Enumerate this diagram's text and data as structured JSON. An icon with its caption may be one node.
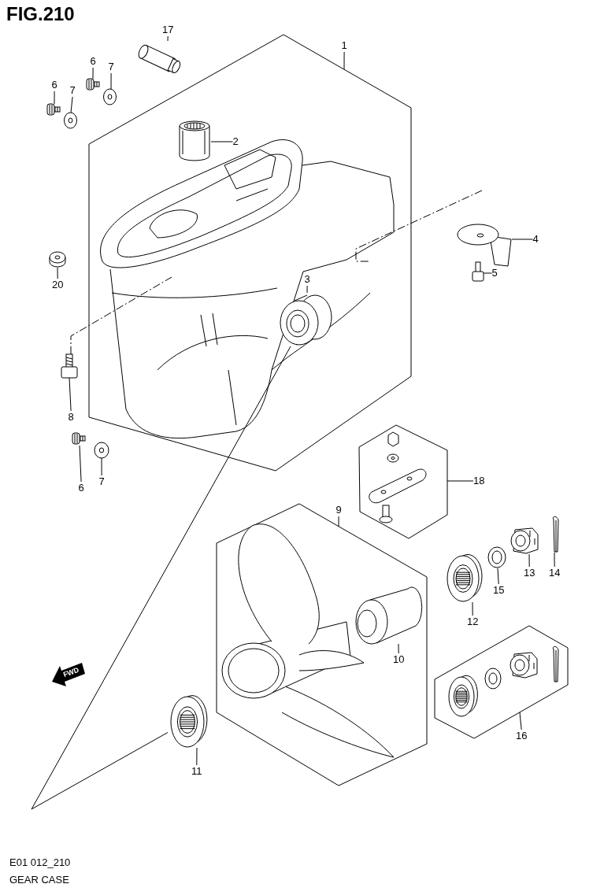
{
  "diagram": {
    "title": "FIG.210",
    "nodes": [
      {
        "text": [
          "17"
        ]
      },
      {
        "text": [],
        "shape": "picture"
      },
      {
        "text": [
          "6"
        ]
      },
      {
        "text": [],
        "shape": "picture"
      },
      {
        "text": [
          "7"
        ]
      },
      {
        "text": [],
        "shape": "picture"
      },
      {
        "text": [
          "6"
        ]
      },
      {
        "text": [],
        "shape": "picture"
      },
      {
        "text": [
          "7"
        ]
      },
      {
        "text": [],
        "shape": "picture"
      },
      {
        "text": [
          "1"
        ]
      },
      {
        "text": [],
        "shape": "picture"
      },
      {
        "text": [
          "2"
        ],
        "in": 11
      },
      {
        "text": [],
        "shape": "picture",
        "in": 11
      },
      {
        "text": [
          "3"
        ],
        "in": 11
      },
      {
        "text": [],
        "shape": "picture",
        "in": 11
      },
      {
        "text": [
          "4"
        ]
      },
      {
        "text": [],
        "shape": "picture"
      },
      {
        "text": [
          "5"
        ]
      },
      {
        "text": [],
        "shape": "picture"
      },
      {
        "text": [],
        "shape": "picture"
      },
      {
        "text": [
          "20"
        ]
      },
      {
        "text": [],
        "shape": "picture"
      },
      {
        "text": [
          "8"
        ]
      },
      {
        "text": [],
        "shape": "picture"
      },
      {
        "text": [
          "6"
        ]
      },
      {
        "text": [],
        "shape": "picture"
      },
      {
        "text": [
          "7"
        ]
      },
      {
        "text": [],
        "shape": "picture"
      },
      {
        "text": [
          "18"
        ]
      },
      {
        "text": [
          "9"
        ]
      },
      {
        "text": [],
        "shape": "picture"
      },
      {
        "text": [],
        "shape": "picture",
        "in": 31
      },
      {
        "text": [
          "10"
        ],
        "in": 31
      },
      {
        "text": [],
        "shape": "picture"
      },
      {
        "text": [
          "12"
        ]
      },
      {
        "text": [],
        "shape": "picture"
      },
      {
        "text": [
          "15"
        ]
      },
      {
        "text": [],
        "shape": "picture"
      },
      {
        "text": [
          "13"
        ]
      },
      {
        "text": [],
        "shape": "picture"
      },
      {
        "text": [
          "14"
        ]
      },
      {
        "text": [],
        "shape": "picture"
      },
      {
        "text": [
          "11"
        ]
      },
      {
        "text": [],
        "shape": "picture"
      },
      {
        "text": [
          "16"
        ]
      }
    ],
    "edges": [
      {
        "from": 0,
        "to": 1,
        "arrow": "none"
      },
      {
        "from": 2,
        "to": 3,
        "arrow": "none"
      },
      {
        "from": 4,
        "to": 5,
        "arrow": "none"
      },
      {
        "from": 6,
        "to": 7,
        "arrow": "none"
      },
      {
        "from": 8,
        "to": 9,
        "arrow": "none"
      },
      {
        "from": 10,
        "to": 11,
        "arrow": "none"
      },
      {
        "from": 12,
        "to": 13,
        "arrow": "none"
      },
      {
        "from": 14,
        "to": 15,
        "arrow": "none"
      },
      {
        "from": 16,
        "to": 17,
        "arrow": "none"
      },
      {
        "from": 18,
        "to": 19,
        "arrow": "none"
      },
      {
        "from": 21,
        "to": 20,
        "arrow": "none"
      },
      {
        "from": 23,
        "to": 22,
        "arrow": "none"
      },
      {
        "from": 25,
        "to": 24,
        "arrow": "none"
      },
      {
        "from": 27,
        "to": 26,
        "arrow": "none"
      },
      {
        "from": 29,
        "to": 28,
        "arrow": "none"
      },
      {
        "from": 30,
        "to": 31,
        "arrow": "none"
      },
      {
        "from": 33,
        "to": 32,
        "arrow": "none"
      },
      {
        "from": 35,
        "to": 34,
        "arrow": "none"
      },
      {
        "from": 37,
        "to": 36,
        "arrow": "none"
      },
      {
        "from": 39,
        "to": 38,
        "arrow": "none"
      },
      {
        "from": 41,
        "to": 40,
        "arrow": "none"
      },
      {
        "from": 43,
        "to": 42,
        "arrow": "none"
      },
      {
        "from": 45,
        "to": 44,
        "arrow": "none"
      },
      {
        "from": 15,
        "to": 42,
        "arrow": "none"
      }
    ],
    "labels": [
      "FWD",
      "E01 012_210",
      "GEAR CASE"
    ]
  }
}
